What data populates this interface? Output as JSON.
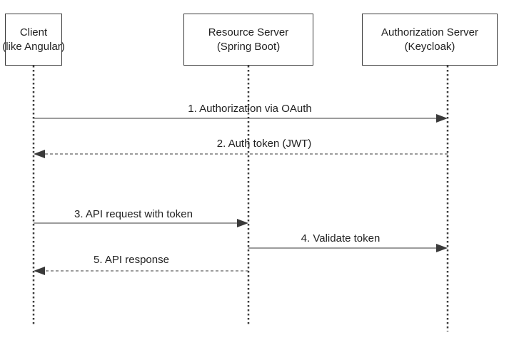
{
  "participants": [
    {
      "name_line1": "Client",
      "name_line2": "(like Angular)"
    },
    {
      "name_line1": "Resource Server",
      "name_line2": "(Spring Boot)"
    },
    {
      "name_line1": "Authorization Server",
      "name_line2": "(Keycloak)"
    }
  ],
  "messages": [
    {
      "label": "1. Authorization via OAuth",
      "from": 0,
      "to": 2,
      "style": "solid"
    },
    {
      "label": "2. Auth token (JWT)",
      "from": 2,
      "to": 0,
      "style": "dashed"
    },
    {
      "label": "3. API request with token",
      "from": 0,
      "to": 1,
      "style": "solid"
    },
    {
      "label": "4. Validate token",
      "from": 1,
      "to": 2,
      "style": "solid"
    },
    {
      "label": "5. API response",
      "from": 1,
      "to": 0,
      "style": "dashed"
    }
  ],
  "colors": {
    "line": "#3a3a3a",
    "text": "#222222",
    "background": "#ffffff"
  }
}
